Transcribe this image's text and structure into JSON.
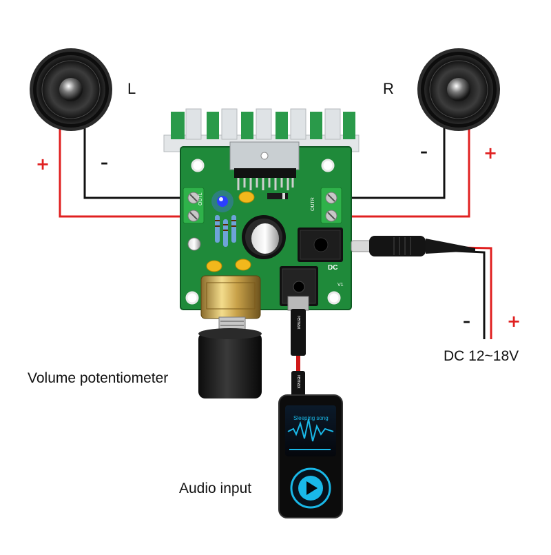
{
  "speakers": {
    "left": {
      "label": "L",
      "plus": "+",
      "minus": "–"
    },
    "right": {
      "label": "R",
      "plus": "+",
      "minus": "–"
    }
  },
  "power": {
    "label": "DC 12~18V",
    "plus": "+",
    "minus": "–"
  },
  "board": {
    "out_left": "OUTL",
    "out_right": "OUTR",
    "dc_mark": "DC",
    "version": "V1"
  },
  "cable": {
    "brand": "remax"
  },
  "volume": {
    "label": "Volume potentiometer"
  },
  "audio": {
    "label": "Audio input",
    "song_title": "Sleeping song"
  },
  "colors": {
    "pcb_green": "#1f8a3a",
    "heatsink": "#dfe3e6",
    "wire_red": "#e02020",
    "wire_black": "#111111",
    "terminal_green": "#2fb24a",
    "player_accent": "#19b8e8"
  }
}
